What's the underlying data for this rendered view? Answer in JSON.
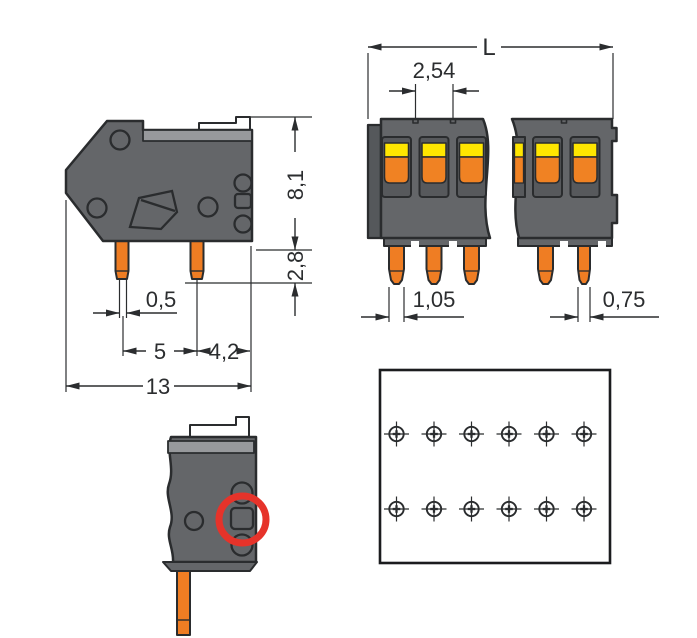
{
  "drawing": {
    "type": "terminal-block-dimension-drawing",
    "views": {
      "side": {
        "title": "side-view",
        "dims": {
          "housing_height": "8,1",
          "pin_length": "2,8",
          "pin_width": "0,5",
          "pin_spacing": "5",
          "pin_to_edge": "4,2",
          "housing_depth": "13"
        }
      },
      "front": {
        "title": "front-view",
        "dims": {
          "total_length": "L",
          "pole_pitch": "2,54",
          "pin_width_wide": "1,05",
          "pin_width_narrow": "0,75"
        }
      },
      "detail": {
        "title": "detail-view-with-marker"
      },
      "drill": {
        "title": "drilling-plan",
        "hole_rows": 2,
        "hole_cols": 6
      }
    }
  },
  "colors": {
    "background": "#ffffff",
    "body-gray": "#646669",
    "body-dark": "#55585b",
    "recess-gray": "#57595c",
    "groove-gray": "#97999c",
    "outline": "#2a2c2e",
    "dim": "#2b2d2f",
    "pin-orange": "#ef7d23",
    "button-orange": "#f08223",
    "actuator-yellow": "#ffe600",
    "marker-red": "#e6332a"
  }
}
